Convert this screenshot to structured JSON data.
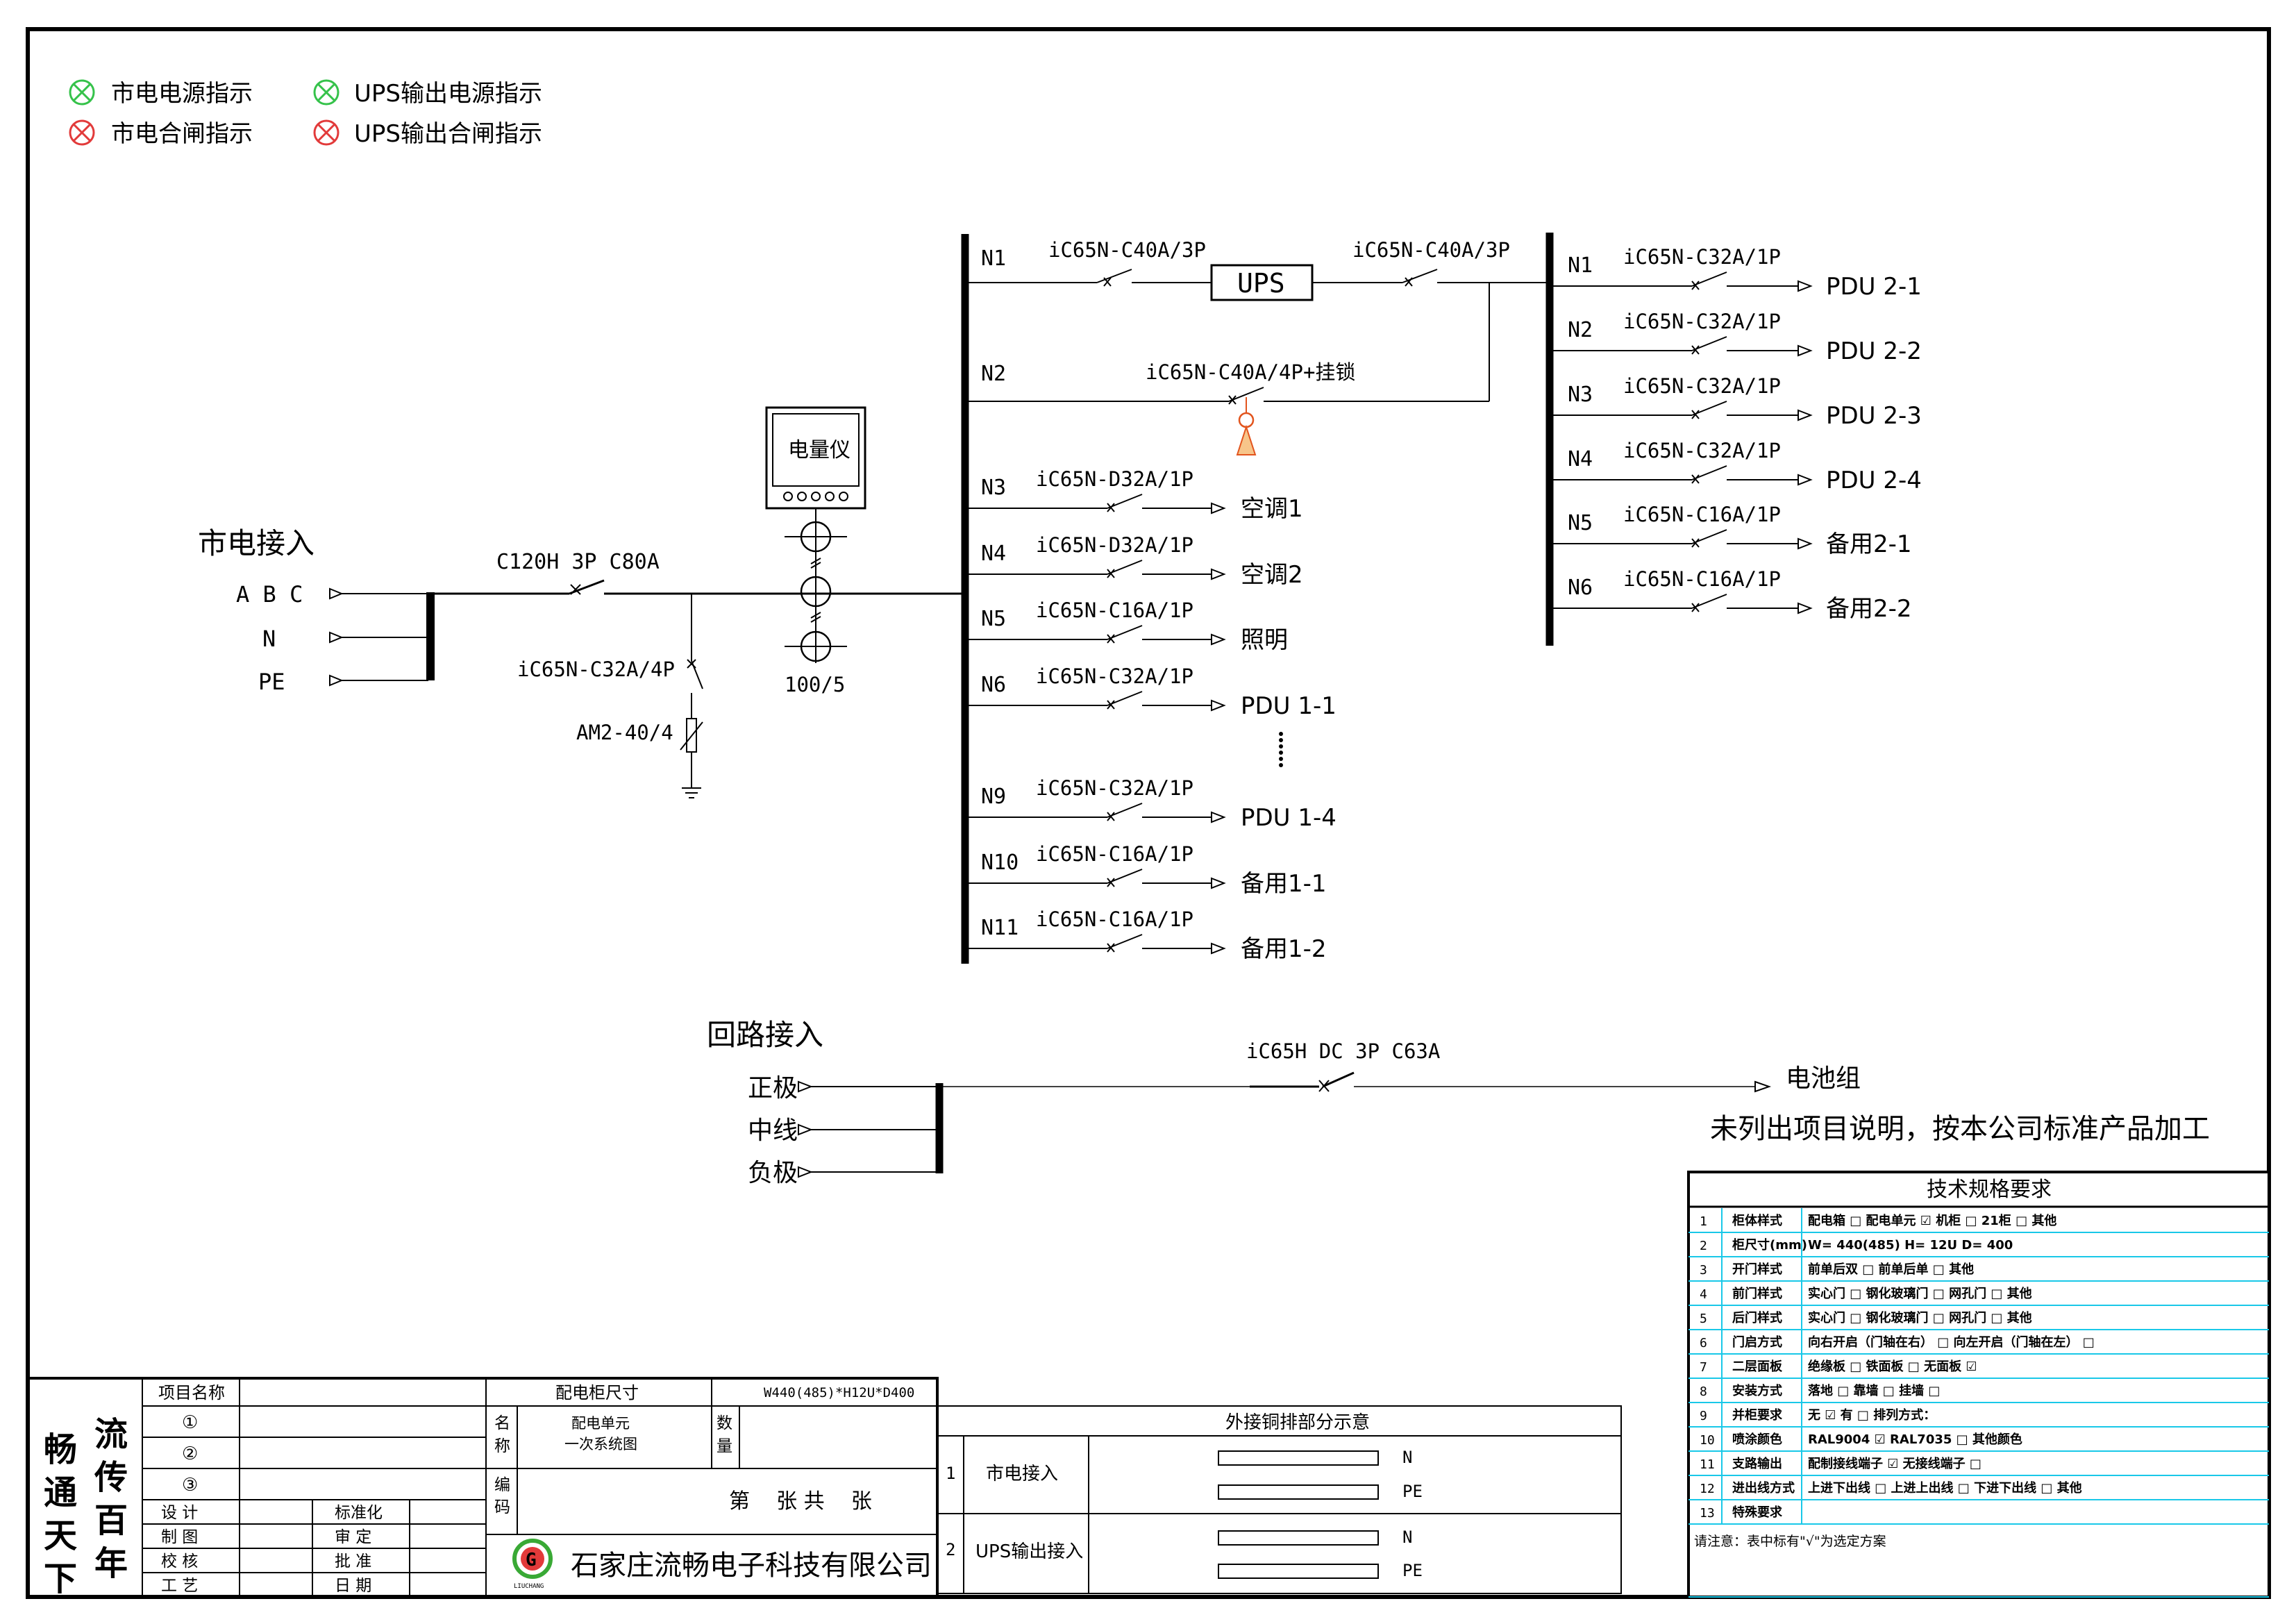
{
  "legend": [
    {
      "label": "市电电源指示",
      "color": "#35c24a"
    },
    {
      "label": "UPS输出电源指示",
      "color": "#35c24a"
    },
    {
      "label": "市电合闸指示",
      "color": "#e23a3a"
    },
    {
      "label": "UPS输出合闸指示",
      "color": "#e23a3a"
    }
  ],
  "incoming": {
    "title": "市电接入",
    "phases": [
      "A B C",
      "N",
      "PE"
    ],
    "main_breaker": "C120H 3P C80A",
    "spd_breaker": "iC65N-C32A/4P",
    "spd": "AM2-40/4",
    "meter": "电量仪",
    "ct_ratio": "100/5"
  },
  "left_bus": {
    "n1": {
      "num": "N1",
      "breaker_in": "iC65N-C40A/3P",
      "ups": "UPS",
      "breaker_out": "iC65N-C40A/3P"
    },
    "n2": {
      "num": "N2",
      "breaker": "iC65N-C40A/4P+挂锁"
    },
    "circuits": [
      {
        "num": "N3",
        "breaker": "iC65N-D32A/1P",
        "load": "空调1"
      },
      {
        "num": "N4",
        "breaker": "iC65N-D32A/1P",
        "load": "空调2"
      },
      {
        "num": "N5",
        "breaker": "iC65N-C16A/1P",
        "load": "照明"
      },
      {
        "num": "N6",
        "breaker": "iC65N-C32A/1P",
        "load": "PDU 1-1"
      },
      {
        "num": "N9",
        "breaker": "iC65N-C32A/1P",
        "load": "PDU 1-4"
      },
      {
        "num": "N10",
        "breaker": "iC65N-C16A/1P",
        "load": "备用1-1"
      },
      {
        "num": "N11",
        "breaker": "iC65N-C16A/1P",
        "load": "备用1-2"
      }
    ]
  },
  "right_bus": {
    "circuits": [
      {
        "num": "N1",
        "breaker": "iC65N-C32A/1P",
        "load": "PDU 2-1"
      },
      {
        "num": "N2",
        "breaker": "iC65N-C32A/1P",
        "load": "PDU 2-2"
      },
      {
        "num": "N3",
        "breaker": "iC65N-C32A/1P",
        "load": "PDU 2-3"
      },
      {
        "num": "N4",
        "breaker": "iC65N-C32A/1P",
        "load": "PDU 2-4"
      },
      {
        "num": "N5",
        "breaker": "iC65N-C16A/1P",
        "load": "备用2-1"
      },
      {
        "num": "N6",
        "breaker": "iC65N-C16A/1P",
        "load": "备用2-2"
      }
    ]
  },
  "dc": {
    "title": "回路接入",
    "terminals": [
      "正极",
      "中线",
      "负极"
    ],
    "breaker": "iC65H DC 3P C63A",
    "load": "电池组"
  },
  "note": "未列出项目说明，按本公司标准产品加工",
  "spec": {
    "title": "技术规格要求",
    "rows": [
      {
        "no": "1",
        "item": "柜体样式",
        "text": "配电箱 □  配电单元 ☑   机柜  □   21柜 □  其他"
      },
      {
        "no": "2",
        "item": "柜尺寸(mm)",
        "text": "W= 440(485)  H= 12U  D= 400"
      },
      {
        "no": "3",
        "item": "开门样式",
        "text": "前单后双 □   前单后单 □   其他"
      },
      {
        "no": "4",
        "item": "前门样式",
        "text": "实心门  □  钢化玻璃门 □   网孔门 □   其他"
      },
      {
        "no": "5",
        "item": "后门样式",
        "text": "实心门  □  钢化玻璃门 □   网孔门 □   其他"
      },
      {
        "no": "6",
        "item": "门启方式",
        "text": "向右开启（门轴在右） □   向左开启（门轴在左） □"
      },
      {
        "no": "7",
        "item": "二层面板",
        "text": "绝缘板  □   铁面板 □   无面板 ☑"
      },
      {
        "no": "8",
        "item": "安装方式",
        "text": "落地  □    靠墙  □    挂墙  □"
      },
      {
        "no": "9",
        "item": "并柜要求",
        "text": "无   ☑         有  □  排列方式："
      },
      {
        "no": "10",
        "item": "喷涂颜色",
        "text": "RAL9004      ☑   RAL7035  □ 其他颜色"
      },
      {
        "no": "11",
        "item": "支路输出",
        "text": "配制接线端子 ☑   无接线端子  □"
      },
      {
        "no": "12",
        "item": "进出线方式",
        "text": "上进下出线  □   上进上出线  □   下进下出线  □   其他"
      },
      {
        "no": "13",
        "item": "特殊要求",
        "text": ""
      }
    ],
    "footnote": "请注意：表中标有\"√\"为选定方案"
  },
  "copper": {
    "title": "外接铜排部分示意",
    "rows": [
      {
        "no": "1",
        "name": "市电接入",
        "bars": [
          "N",
          "PE"
        ]
      },
      {
        "no": "2",
        "name": "UPS输出接入",
        "bars": [
          "N",
          "PE"
        ]
      }
    ]
  },
  "title_block": {
    "slogan": [
      "流传百年",
      "畅通天下"
    ],
    "project_label": "项目名称",
    "items": [
      "①",
      "②",
      "③"
    ],
    "cabinet_size_label": "配电柜尺寸",
    "cabinet_size": "W440(485)*H12U*D400",
    "name_label": "名称",
    "name": [
      "配电单元",
      "一次系统图"
    ],
    "qty_label": "数量",
    "code_label": "编码",
    "sheet_text": "第    张 共    张",
    "roles_left": [
      "设  计",
      "制  图",
      "校  核",
      "工  艺"
    ],
    "roles_right": [
      "标准化",
      "审  定",
      "批  准",
      "日  期"
    ],
    "company": "石家庄流畅电子科技有限公司",
    "logo_letter": "G",
    "logo_text": "LIUCHANG"
  }
}
